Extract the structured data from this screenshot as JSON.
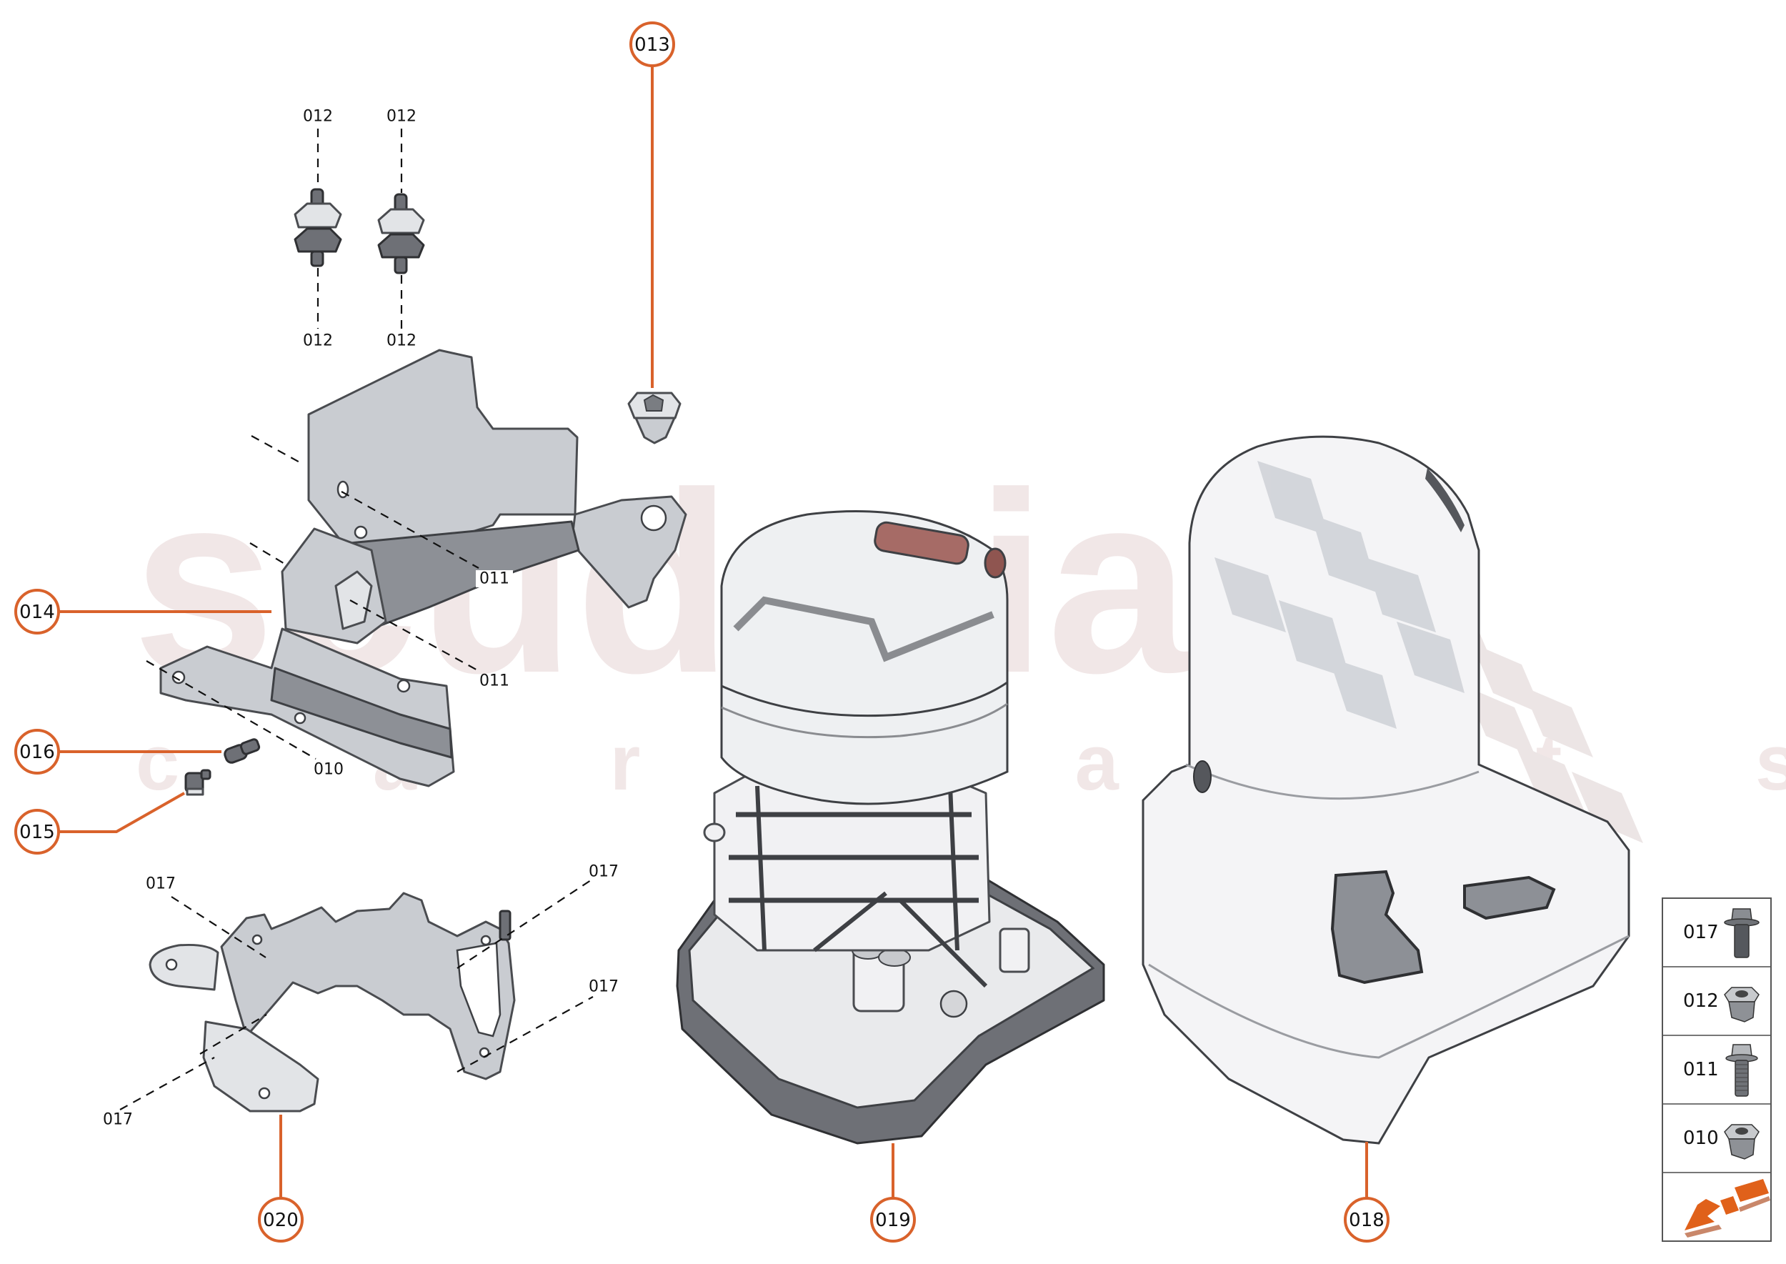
{
  "diagram": {
    "type": "exploded-parts-diagram",
    "watermark": {
      "line1": "scuderia",
      "line2": "c a r   p a r t s",
      "color": "#efe3e3"
    },
    "accent_color": "#d9622b",
    "callouts": [
      {
        "id": "013",
        "label": "013"
      },
      {
        "id": "014",
        "label": "014"
      },
      {
        "id": "016",
        "label": "016"
      },
      {
        "id": "015",
        "label": "015"
      },
      {
        "id": "020",
        "label": "020"
      },
      {
        "id": "019",
        "label": "019"
      },
      {
        "id": "018",
        "label": "018"
      }
    ],
    "reference_labels": {
      "r012_top_left": "012",
      "r012_top_right": "012",
      "r012_bottom_left": "012",
      "r012_bottom_right": "012",
      "r011_upper": "011",
      "r011_lower": "011",
      "r010": "010",
      "r017_upper_left": "017",
      "r017_upper_right": "017",
      "r017_mid_right": "017",
      "r017_lower_left": "017"
    },
    "parts": {
      "p012": "rubber isolator mount (x2)",
      "p013": "clip nut",
      "p014": "mounting bracket",
      "p015": "hose clip",
      "p016": "hose connector",
      "p018": "pump cover",
      "p019": "fuel/vacuum pump assembly",
      "p020": "support bracket"
    }
  },
  "legend": {
    "items": [
      {
        "code": "017",
        "icon": "flange-bolt-short-icon"
      },
      {
        "code": "012",
        "icon": "flange-nut-icon"
      },
      {
        "code": "011",
        "icon": "flange-bolt-threaded-icon"
      },
      {
        "code": "010",
        "icon": "flange-nut-icon"
      }
    ],
    "footer_icon": "orange-direction-arrow-icon",
    "arrow_color": "#e0611a"
  }
}
